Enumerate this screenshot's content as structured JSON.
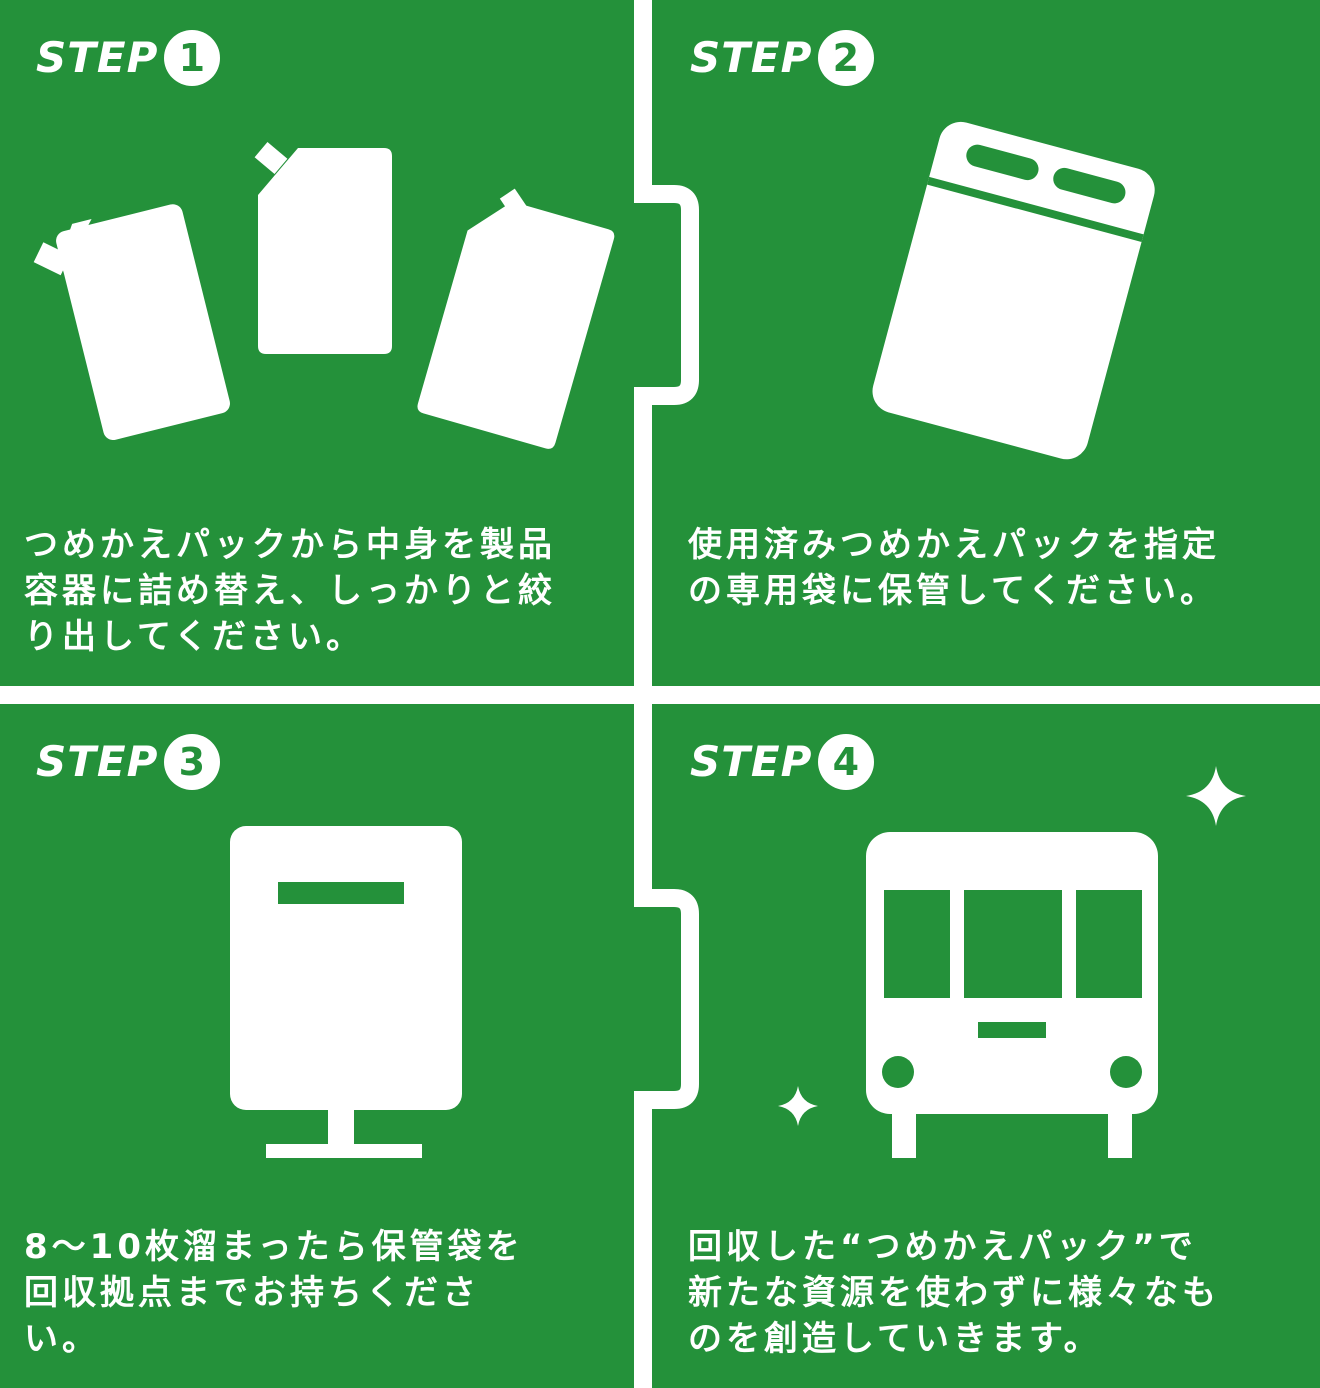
{
  "steps": [
    {
      "label": "STEP",
      "number": "1",
      "icon": "refill-pouches-icon",
      "text": "つめかえパックから中身を製品\n容器に詰め替え、しっかりと絞\nり出してください。"
    },
    {
      "label": "STEP",
      "number": "2",
      "icon": "storage-bag-icon",
      "text": "使用済みつめかえパックを指定\nの専用袋に保管してください。"
    },
    {
      "label": "STEP",
      "number": "3",
      "icon": "collection-box-icon",
      "text": "8～10枚溜まったら保管袋を\n回収拠点までお持ちくださ\nい。"
    },
    {
      "label": "STEP",
      "number": "4",
      "icon": "bus-icon",
      "text": "回収した“つめかえパック”で\n新たな資源を使わずに様々なも\nのを創造していきます。"
    }
  ],
  "colors": {
    "background": "#24913a",
    "foreground": "#ffffff"
  }
}
